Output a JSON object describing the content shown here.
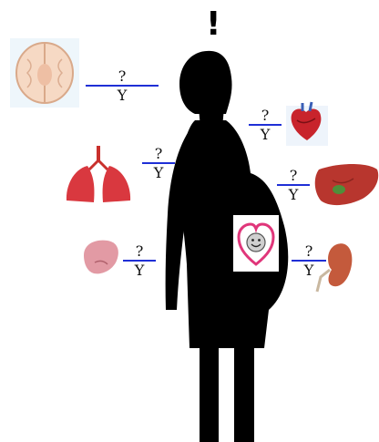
{
  "alert_mark": "!",
  "organs": [
    {
      "name": "brain",
      "numerator": "?",
      "denominator": "Y",
      "icon": "brain-icon"
    },
    {
      "name": "heart",
      "numerator": "?",
      "denominator": "Y",
      "icon": "heart-icon"
    },
    {
      "name": "lungs",
      "numerator": "?",
      "denominator": "Y",
      "icon": "lungs-icon"
    },
    {
      "name": "liver",
      "numerator": "?",
      "denominator": "Y",
      "icon": "liver-icon"
    },
    {
      "name": "spleen",
      "numerator": "?",
      "denominator": "Y",
      "icon": "spleen-icon"
    },
    {
      "name": "kidney",
      "numerator": "?",
      "denominator": "Y",
      "icon": "kidney-icon"
    }
  ],
  "colors": {
    "fraction_bar": "#1f2fd6",
    "silhouette": "#000000",
    "fetus_heart": "#e0367a"
  }
}
